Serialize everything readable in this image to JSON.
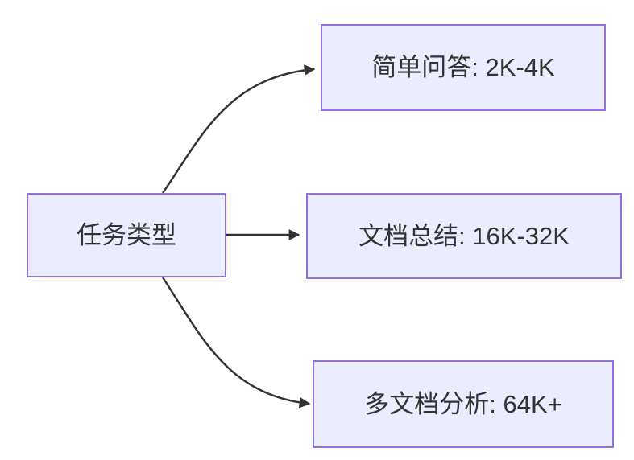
{
  "diagram": {
    "type": "flowchart",
    "direction": "left-to-right",
    "root": {
      "label": "任务类型"
    },
    "branches": [
      {
        "label": "简单问答: 2K-4K"
      },
      {
        "label": "文档总结: 16K-32K"
      },
      {
        "label": "多文档分析: 64K+"
      }
    ],
    "edges": [
      {
        "from": "任务类型",
        "to": "简单问答: 2K-4K"
      },
      {
        "from": "任务类型",
        "to": "文档总结: 16K-32K"
      },
      {
        "from": "任务类型",
        "to": "多文档分析: 64K+"
      }
    ],
    "colors": {
      "node_fill": "#ECECFF",
      "node_border": "#9370DB",
      "edge_stroke": "#333333",
      "text": "#333333",
      "background": "#FFFFFF"
    }
  }
}
